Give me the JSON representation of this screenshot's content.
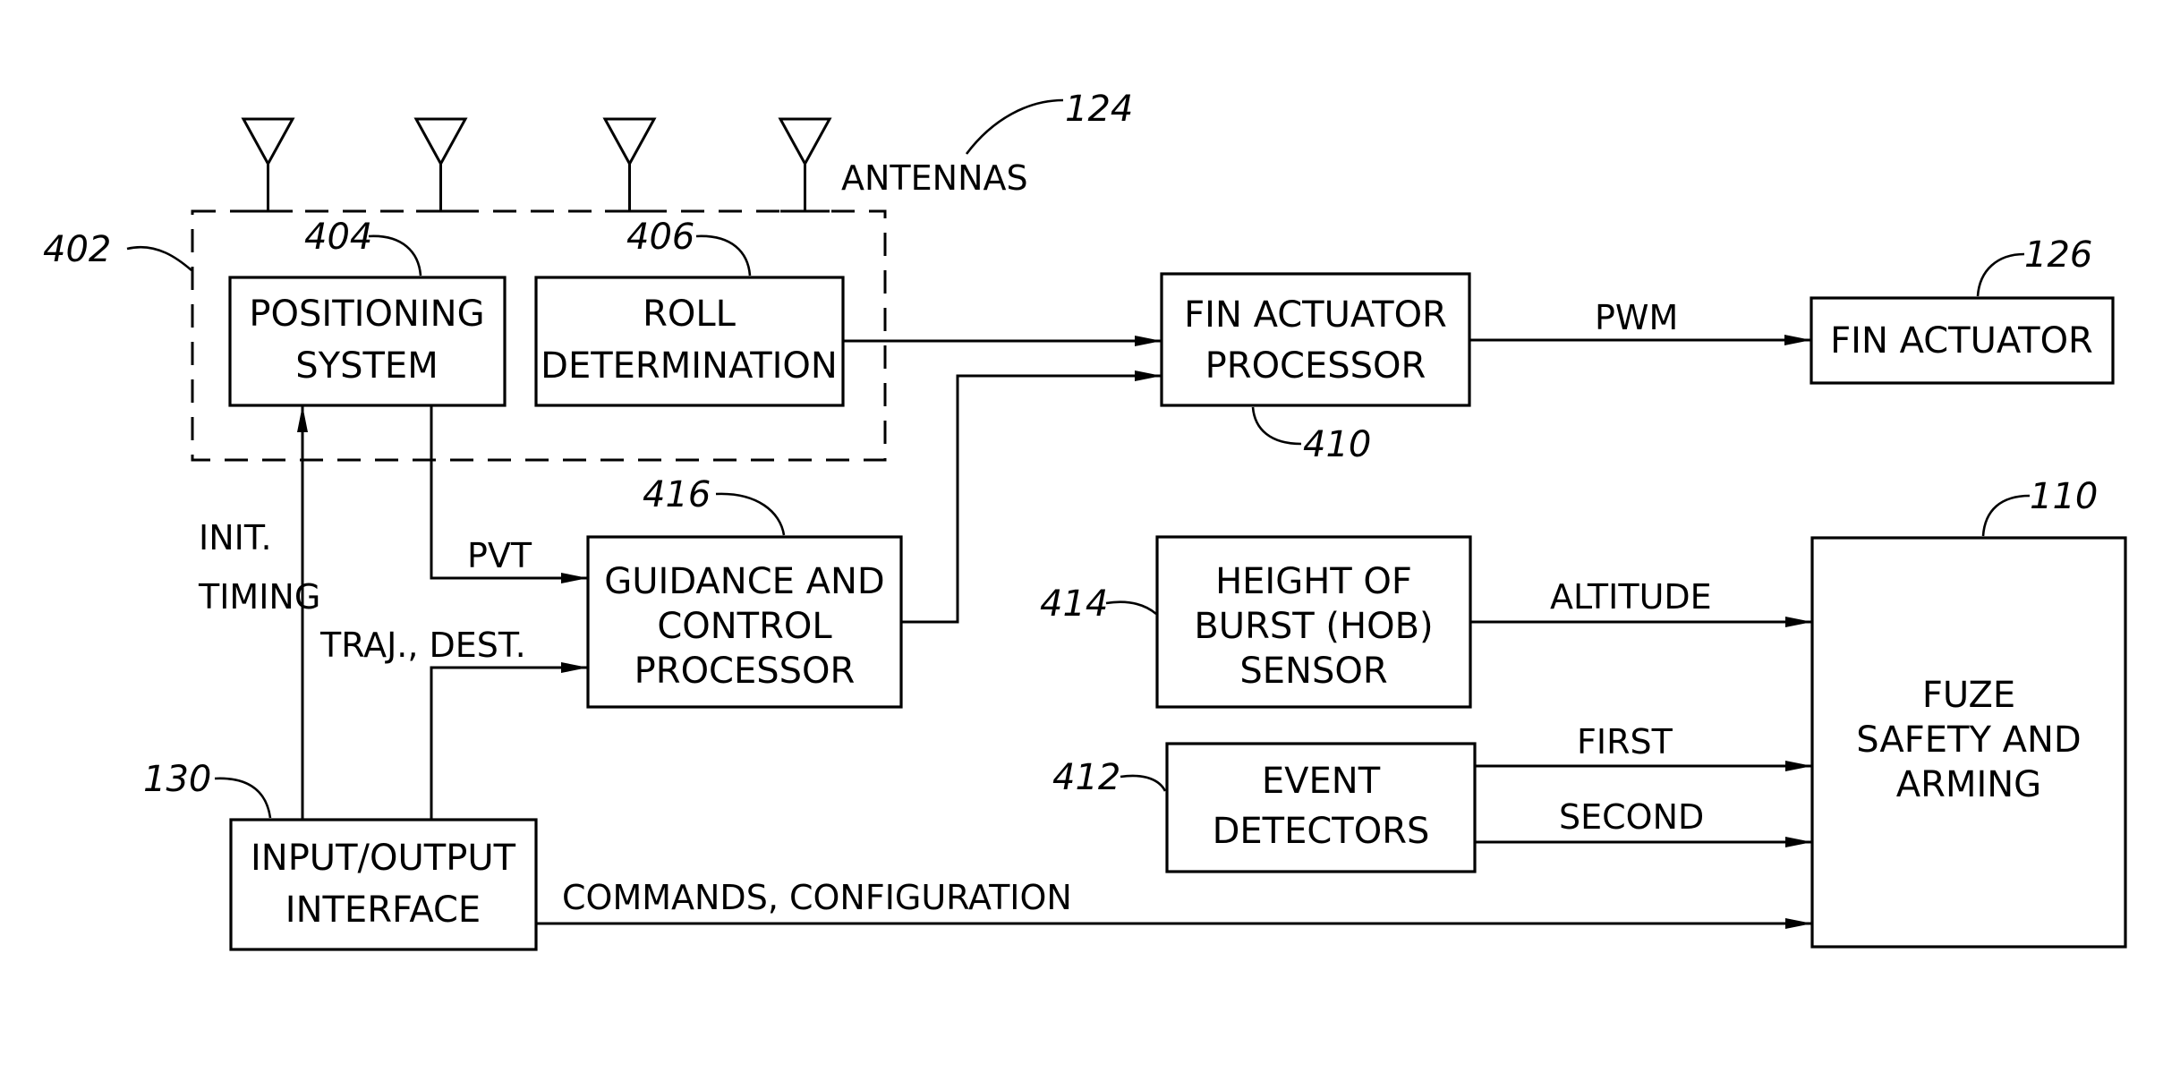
{
  "references": {
    "antennas": "124",
    "enclosure": "402",
    "positioning": "404",
    "roll": "406",
    "fin_proc": "410",
    "fin_actuator": "126",
    "guidance": "416",
    "hob": "414",
    "event": "412",
    "fuze": "110",
    "io": "130"
  },
  "blocks": {
    "positioning": [
      "POSITIONING",
      "SYSTEM"
    ],
    "roll": [
      "ROLL",
      "DETERMINATION"
    ],
    "fin_proc": [
      "FIN ACTUATOR",
      "PROCESSOR"
    ],
    "fin_actuator": [
      "FIN ACTUATOR"
    ],
    "guidance": [
      "GUIDANCE AND",
      "CONTROL",
      "PROCESSOR"
    ],
    "hob": [
      "HEIGHT OF",
      "BURST (HOB)",
      "SENSOR"
    ],
    "event": [
      "EVENT",
      "DETECTORS"
    ],
    "fuze": [
      "FUZE",
      "SAFETY AND",
      "ARMING"
    ],
    "io": [
      "INPUT/OUTPUT",
      "INTERFACE"
    ]
  },
  "signals": {
    "antennas": "ANTENNAS",
    "pwm": "PWM",
    "init_timing": [
      "INIT.",
      "TIMING"
    ],
    "pvt": "PVT",
    "traj_dest": "TRAJ., DEST.",
    "altitude": "ALTITUDE",
    "first": "FIRST",
    "second": "SECOND",
    "commands": "COMMANDS, CONFIGURATION"
  }
}
